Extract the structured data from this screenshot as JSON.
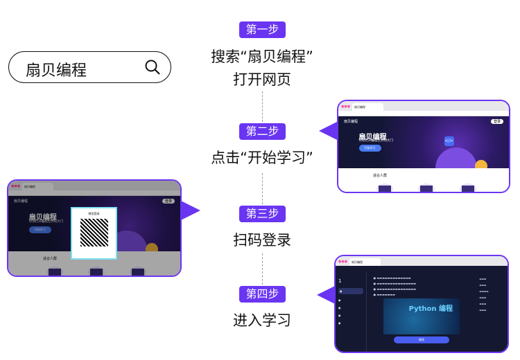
{
  "search": {
    "query": "扇贝编程",
    "icon": "search-icon"
  },
  "steps": [
    {
      "badge": "第一步",
      "line1": "搜索“扇贝编程”",
      "line2": "打开网页"
    },
    {
      "badge": "第二步",
      "line1": "点击“开始学习”"
    },
    {
      "badge": "第三步",
      "line1": "扫码登录"
    },
    {
      "badge": "第四步",
      "line1": "进入学习"
    }
  ],
  "site": {
    "brand": "扇贝编程",
    "login": "登录",
    "title": "扇贝编程",
    "subtitle": "带你打开编程世界的大门",
    "start": "开始学习",
    "section": "适合人群",
    "qr_title": "微信登录",
    "python_banner": "Python 编程",
    "continue": "继续"
  },
  "colors": {
    "accent": "#6a35f2"
  }
}
